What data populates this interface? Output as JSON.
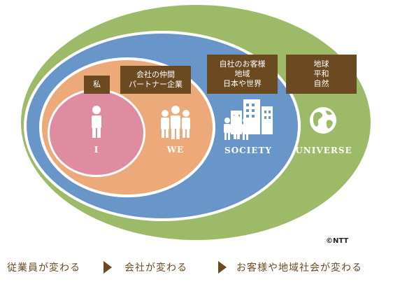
{
  "colors": {
    "universe": "#9dba69",
    "society": "#6996c9",
    "we": "#eca97a",
    "i": "#e08ca0",
    "label_bg": "#6b4a22",
    "text_brown": "#6b4a22"
  },
  "boxes": {
    "me": [
      "私"
    ],
    "we": [
      "会社の仲間",
      "パートナー企業"
    ],
    "society": [
      "自社のお客様",
      "地域",
      "日本や世界"
    ],
    "universe": [
      "地球",
      "平和",
      "自然"
    ]
  },
  "circles": {
    "i": "I",
    "we": "WE",
    "society": "SOCIETY",
    "universe": "UNIVERSE"
  },
  "icons": {
    "i": "person-icon",
    "we": "group-icon",
    "society": "city-people-icon",
    "universe": "globe-icon"
  },
  "copyright": "©NTT",
  "steps": [
    "従業員が変わる",
    "会社が変わる",
    "お客様や地域社会が変わる"
  ]
}
